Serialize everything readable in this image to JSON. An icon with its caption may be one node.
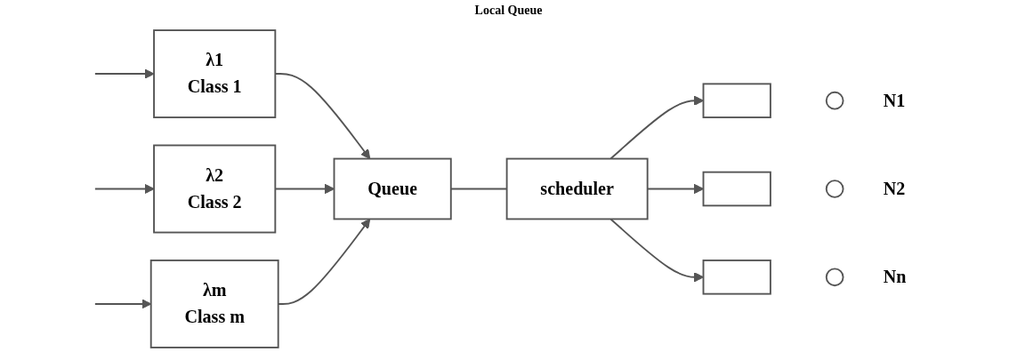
{
  "diagram": {
    "nodes": [
      {
        "text": [
          "λ1",
          "Class 1"
        ]
      },
      {
        "text": [
          "λ2",
          "Class 2"
        ]
      },
      {
        "text": [
          "λm",
          "Class m"
        ]
      },
      {
        "text": [
          "Queue"
        ]
      },
      {
        "text": [
          "scheduler"
        ]
      },
      {
        "text": [],
        "shape": "box"
      },
      {
        "text": [],
        "shape": "box"
      },
      {
        "text": [],
        "shape": "box"
      },
      {
        "text": [],
        "shape": "circle",
        "beside": [
          "N1"
        ]
      },
      {
        "text": [],
        "shape": "circle",
        "beside": [
          "N2"
        ]
      },
      {
        "text": [],
        "shape": "circle",
        "beside": [
          "Nn"
        ]
      }
    ],
    "edges": [
      {
        "from": null,
        "to": 0,
        "arrow": "to"
      },
      {
        "from": null,
        "to": 1,
        "arrow": "to"
      },
      {
        "from": null,
        "to": 2,
        "arrow": "to"
      },
      {
        "from": 0,
        "to": 3,
        "arrow": "to"
      },
      {
        "from": 1,
        "to": 3,
        "arrow": "to"
      },
      {
        "from": 2,
        "to": 3,
        "arrow": "to"
      },
      {
        "from": 3,
        "to": 4,
        "arrow": "none"
      },
      {
        "from": 4,
        "to": 5,
        "arrow": "to"
      },
      {
        "from": 4,
        "to": 6,
        "arrow": "to"
      },
      {
        "from": 4,
        "to": 7,
        "arrow": "to"
      }
    ],
    "labels": [
      "Local Queue"
    ]
  }
}
